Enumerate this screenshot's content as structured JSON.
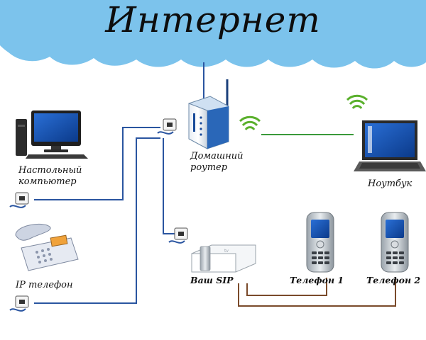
{
  "title": "Интернет",
  "devices": {
    "desktop": {
      "label_line1": "Настольный",
      "label_line2": "компьютер",
      "icon": "desktop-computer-icon"
    },
    "router": {
      "label_line1": "Домашний",
      "label_line2": "роутер",
      "icon": "router-icon"
    },
    "laptop": {
      "label": "Ноутбук",
      "icon": "laptop-icon"
    },
    "ip_phone": {
      "label": "IP телефон",
      "icon": "ip-phone-icon"
    },
    "sip": {
      "label": "Ваш SIP",
      "icon": "sip-box-icon"
    },
    "phone1": {
      "label": "Телефон 1",
      "icon": "mobile-phone-icon"
    },
    "phone2": {
      "label": "Телефон 2",
      "icon": "mobile-phone-icon"
    }
  },
  "colors": {
    "cloud": "#7cc3ec",
    "lan_line": "#2a55a0",
    "wifi_line": "#3a9a3a",
    "phone_line": "#7a4a2a",
    "wifi_signal": "#5ab02c"
  }
}
